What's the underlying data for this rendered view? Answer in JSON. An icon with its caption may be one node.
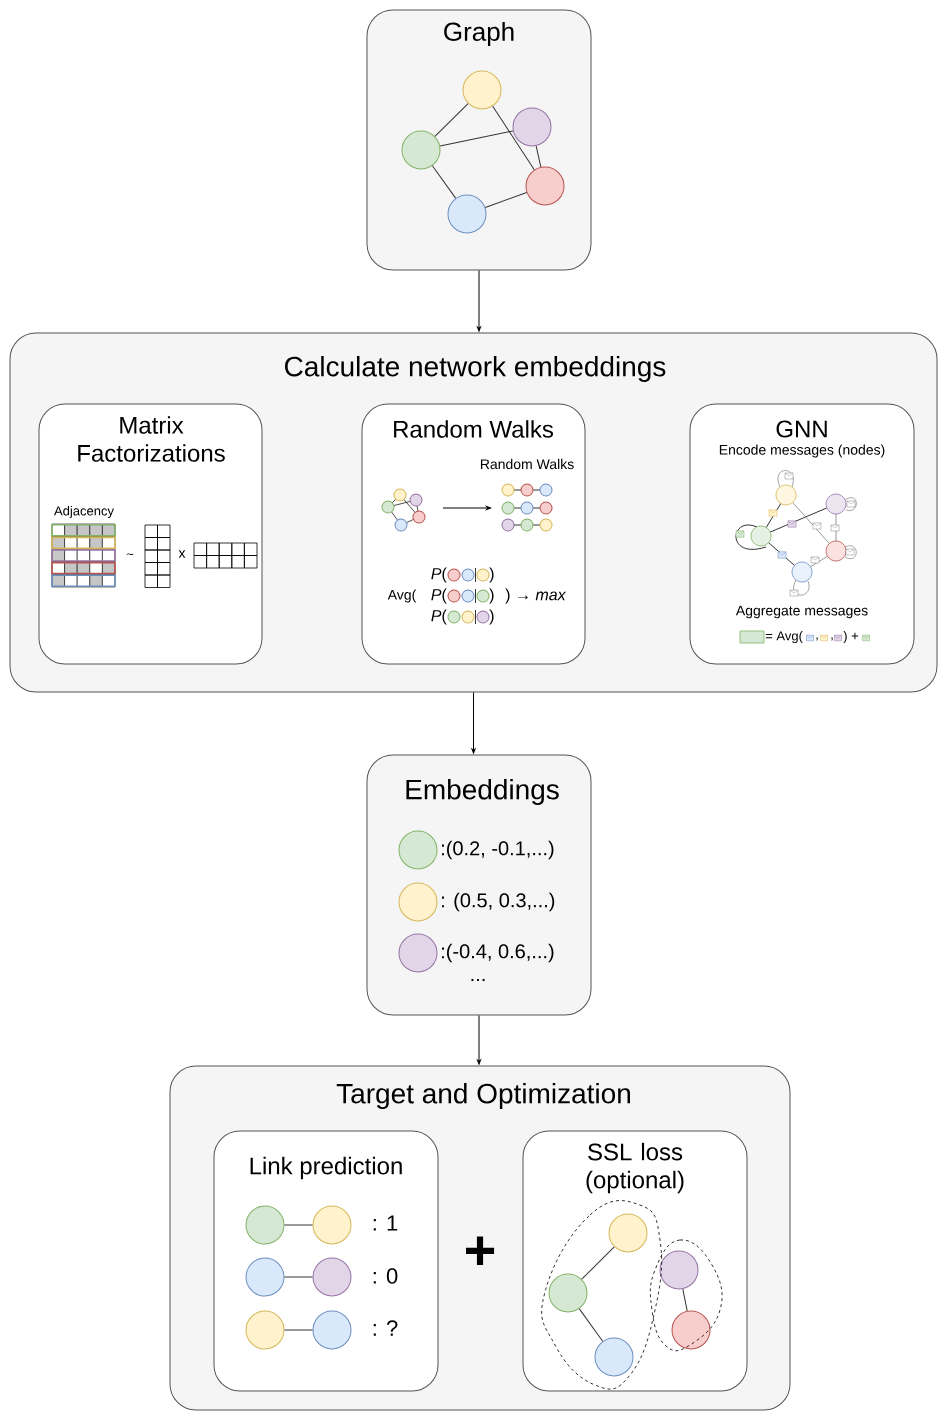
{
  "diagram": {
    "nodes": [
      {
        "text": [
          "Graph"
        ]
      },
      {
        "text": [],
        "shape": "circle",
        "in": 0
      },
      {
        "text": [],
        "shape": "circle",
        "in": 0
      },
      {
        "text": [],
        "shape": "circle",
        "in": 0
      },
      {
        "text": [],
        "shape": "circle",
        "in": 0
      },
      {
        "text": [],
        "shape": "circle",
        "in": 0
      },
      {
        "text": [
          "Calculate network embeddings"
        ]
      },
      {
        "text": [
          "Matrix Factorizations",
          "Adjacency",
          "~",
          "x"
        ],
        "in": 6
      },
      {
        "text": [
          "Random Walks",
          "Random Walks",
          "Avg(",
          "*P*(",
          ")",
          "*P*(",
          ")",
          "*P*(",
          ")",
          ") → *max*"
        ],
        "in": 6
      },
      {
        "text": [
          "GNN",
          "Encode messages (nodes)",
          "Aggregate messages",
          "= Avg(",
          ",",
          ",",
          ") +"
        ],
        "in": 6
      },
      {
        "text": [
          "Embeddings",
          ":(0.2, -0.1,...)",
          ": (0.5, 0.3,...)",
          ":(-0.4, 0.6,...)",
          "..."
        ]
      },
      {
        "text": [],
        "shape": "circle",
        "in": 10
      },
      {
        "text": [],
        "shape": "circle",
        "in": 10
      },
      {
        "text": [],
        "shape": "circle",
        "in": 10
      },
      {
        "text": [
          "Target and Optimization"
        ]
      },
      {
        "text": [
          "Link prediction",
          ": 1",
          ": 0",
          ": ?"
        ],
        "in": 14
      },
      {
        "text": [],
        "shape": "circle",
        "in": 15
      },
      {
        "text": [],
        "shape": "circle",
        "in": 15
      },
      {
        "text": [],
        "shape": "circle",
        "in": 15
      },
      {
        "text": [],
        "shape": "circle",
        "in": 15
      },
      {
        "text": [],
        "shape": "circle",
        "in": 15
      },
      {
        "text": [],
        "shape": "circle",
        "in": 15
      },
      {
        "text": [
          "SSL loss (optional)"
        ],
        "in": 14
      },
      {
        "text": [],
        "shape": "circle",
        "in": 22
      },
      {
        "text": [],
        "shape": "circle",
        "in": 22
      },
      {
        "text": [],
        "shape": "circle",
        "in": 22
      },
      {
        "text": [],
        "shape": "circle",
        "in": 22
      },
      {
        "text": [],
        "shape": "circle",
        "in": 22
      }
    ],
    "edges": [
      {
        "from": 0,
        "to": 6,
        "arrow": "to"
      },
      {
        "from": 6,
        "to": 10,
        "arrow": "to"
      },
      {
        "from": 10,
        "to": 14,
        "arrow": "to"
      },
      {
        "from": 1,
        "to": 3,
        "arrow": "none"
      },
      {
        "from": 1,
        "to": 4,
        "arrow": "none"
      },
      {
        "from": 3,
        "to": 2,
        "arrow": "none"
      },
      {
        "from": 2,
        "to": 4,
        "arrow": "none"
      },
      {
        "from": 3,
        "to": 5,
        "arrow": "none"
      },
      {
        "from": 5,
        "to": 4,
        "arrow": "none"
      },
      {
        "from": 16,
        "to": 17,
        "arrow": "none"
      },
      {
        "from": 18,
        "to": 19,
        "arrow": "none"
      },
      {
        "from": 20,
        "to": 21,
        "arrow": "none"
      },
      {
        "from": 25,
        "to": 23,
        "arrow": "none"
      },
      {
        "from": 25,
        "to": 27,
        "arrow": "none"
      },
      {
        "from": 24,
        "to": 26,
        "arrow": "none"
      }
    ],
    "labels": [
      "+"
    ]
  }
}
